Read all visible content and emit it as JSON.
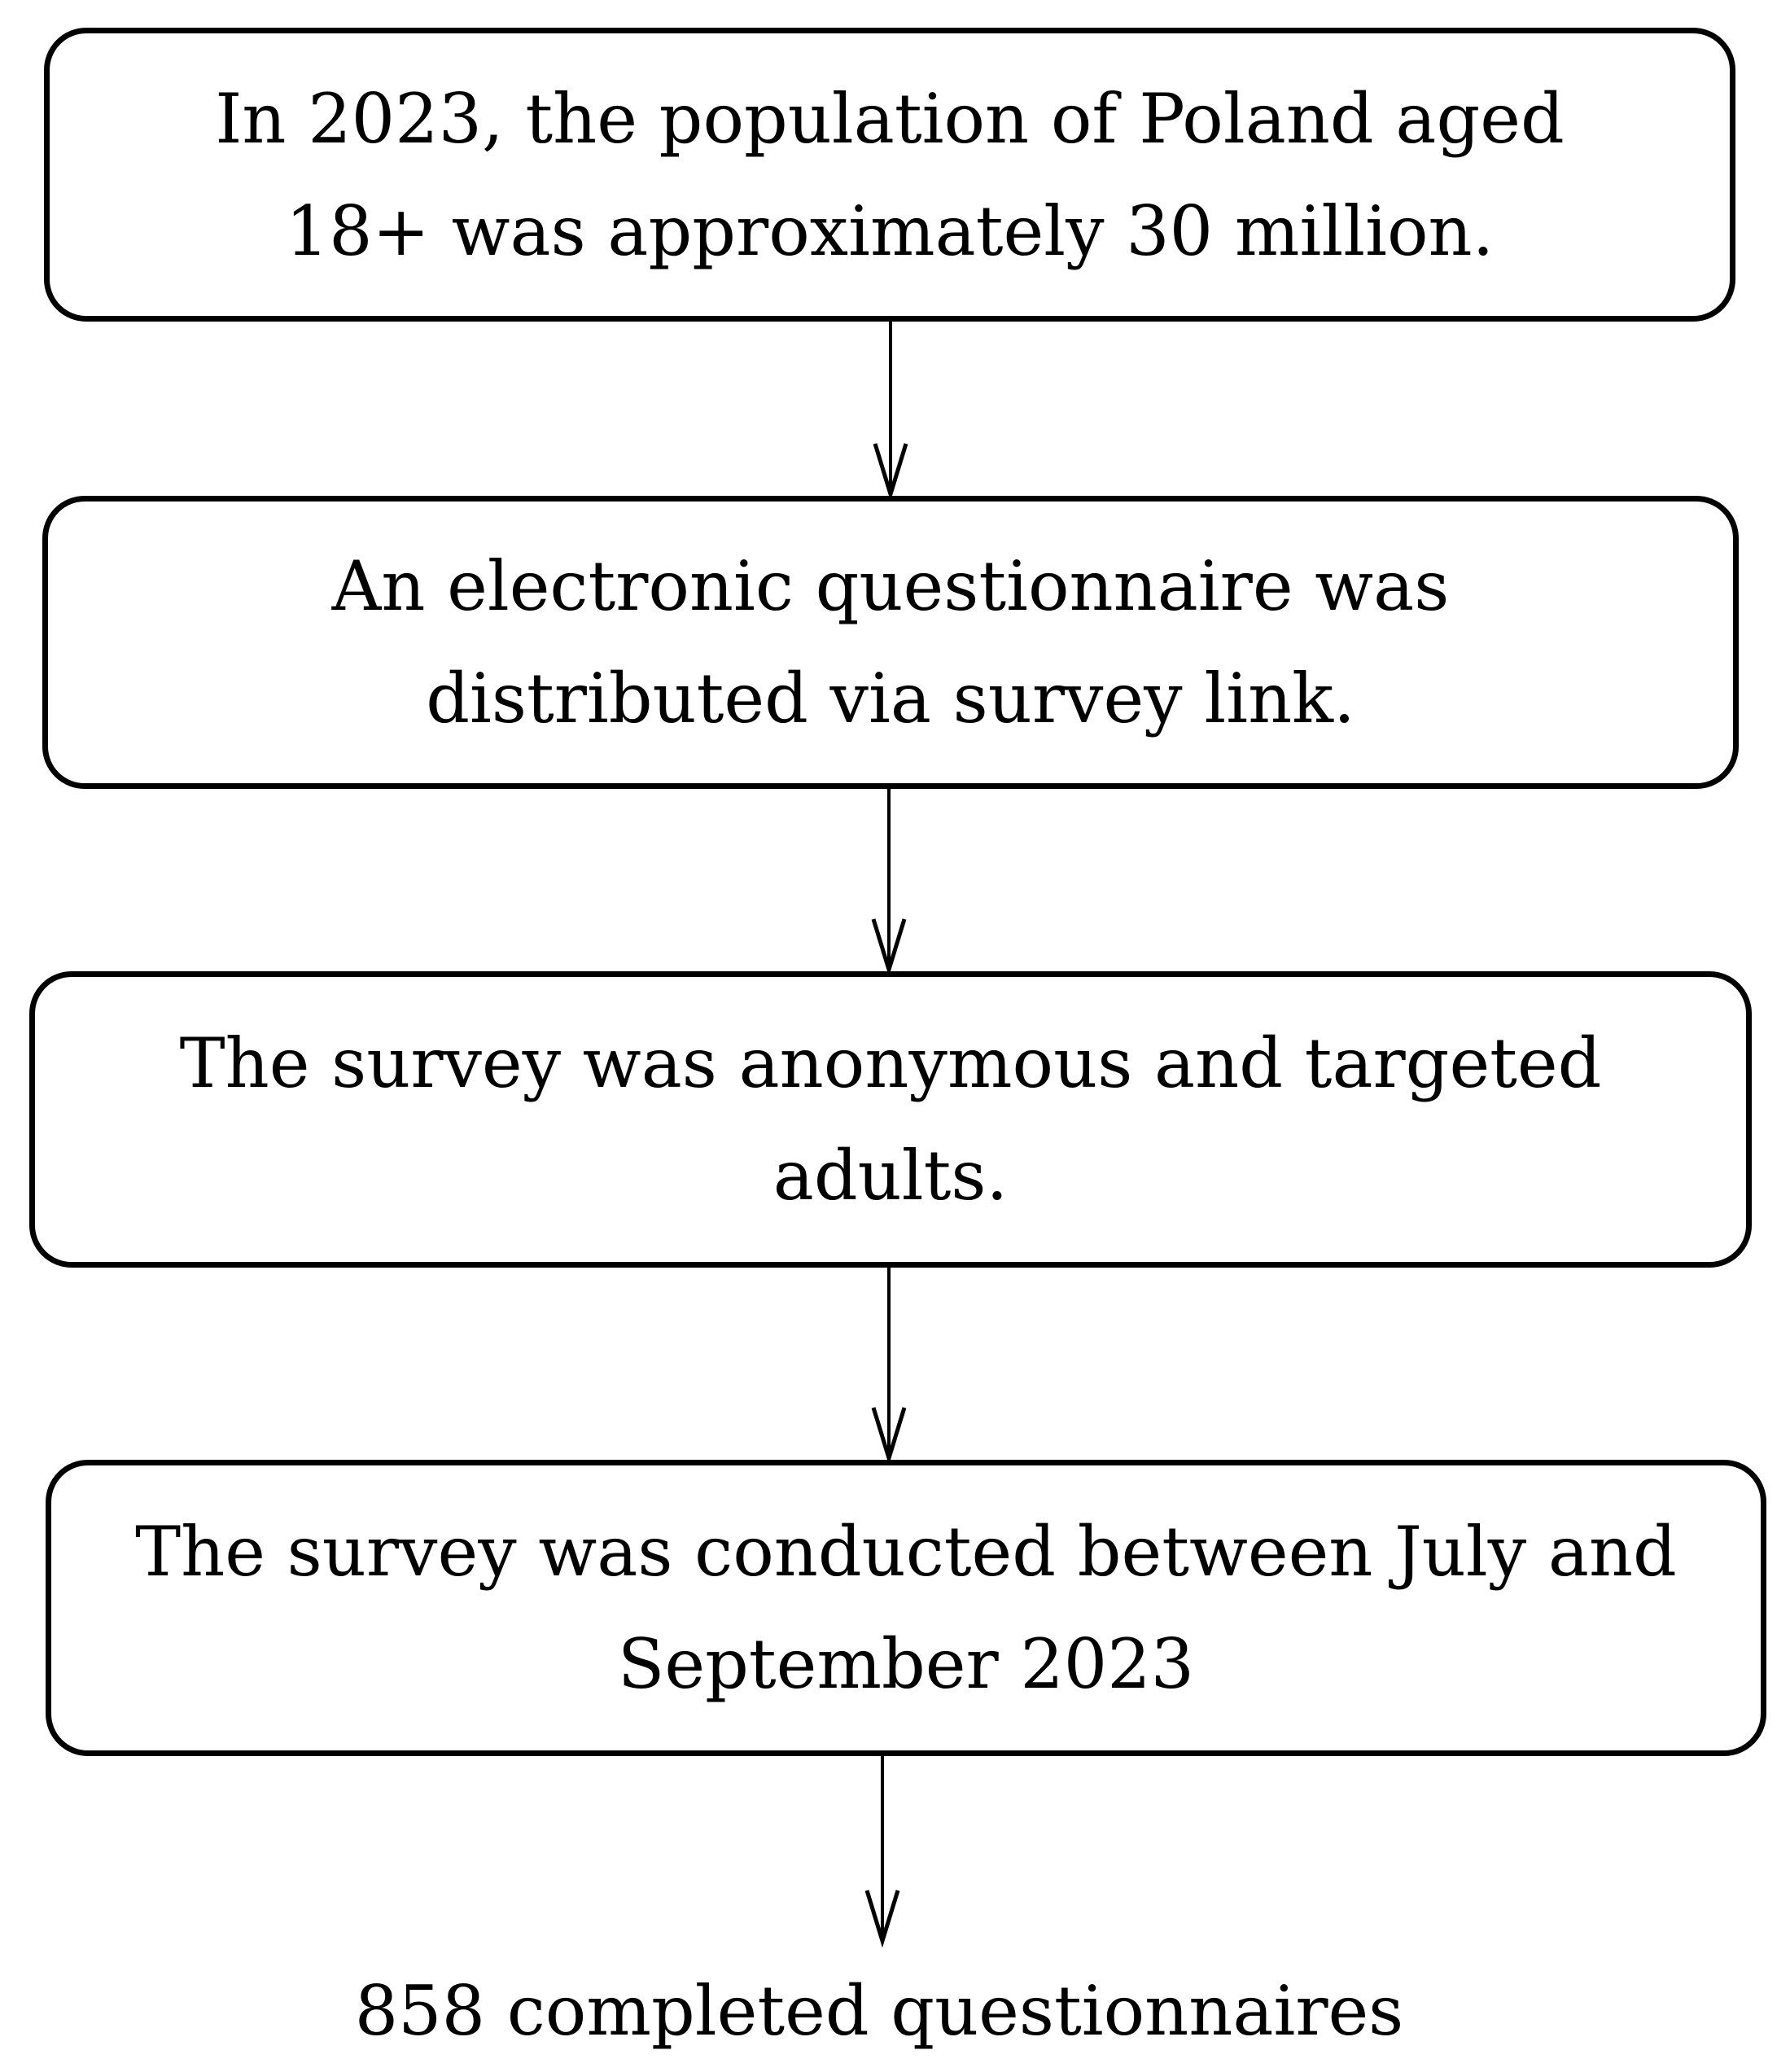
{
  "flow": {
    "steps": [
      "In 2023, the population of Poland aged 18+ was approximately 30 million.",
      "An electronic questionnaire was distributed via survey link.",
      "The survey was anonymous and targeted adults.",
      "The survey was conducted between July and September 2023"
    ],
    "result": "858 completed questionnaires"
  },
  "colors": {
    "stroke": "#000000",
    "background": "#ffffff"
  }
}
